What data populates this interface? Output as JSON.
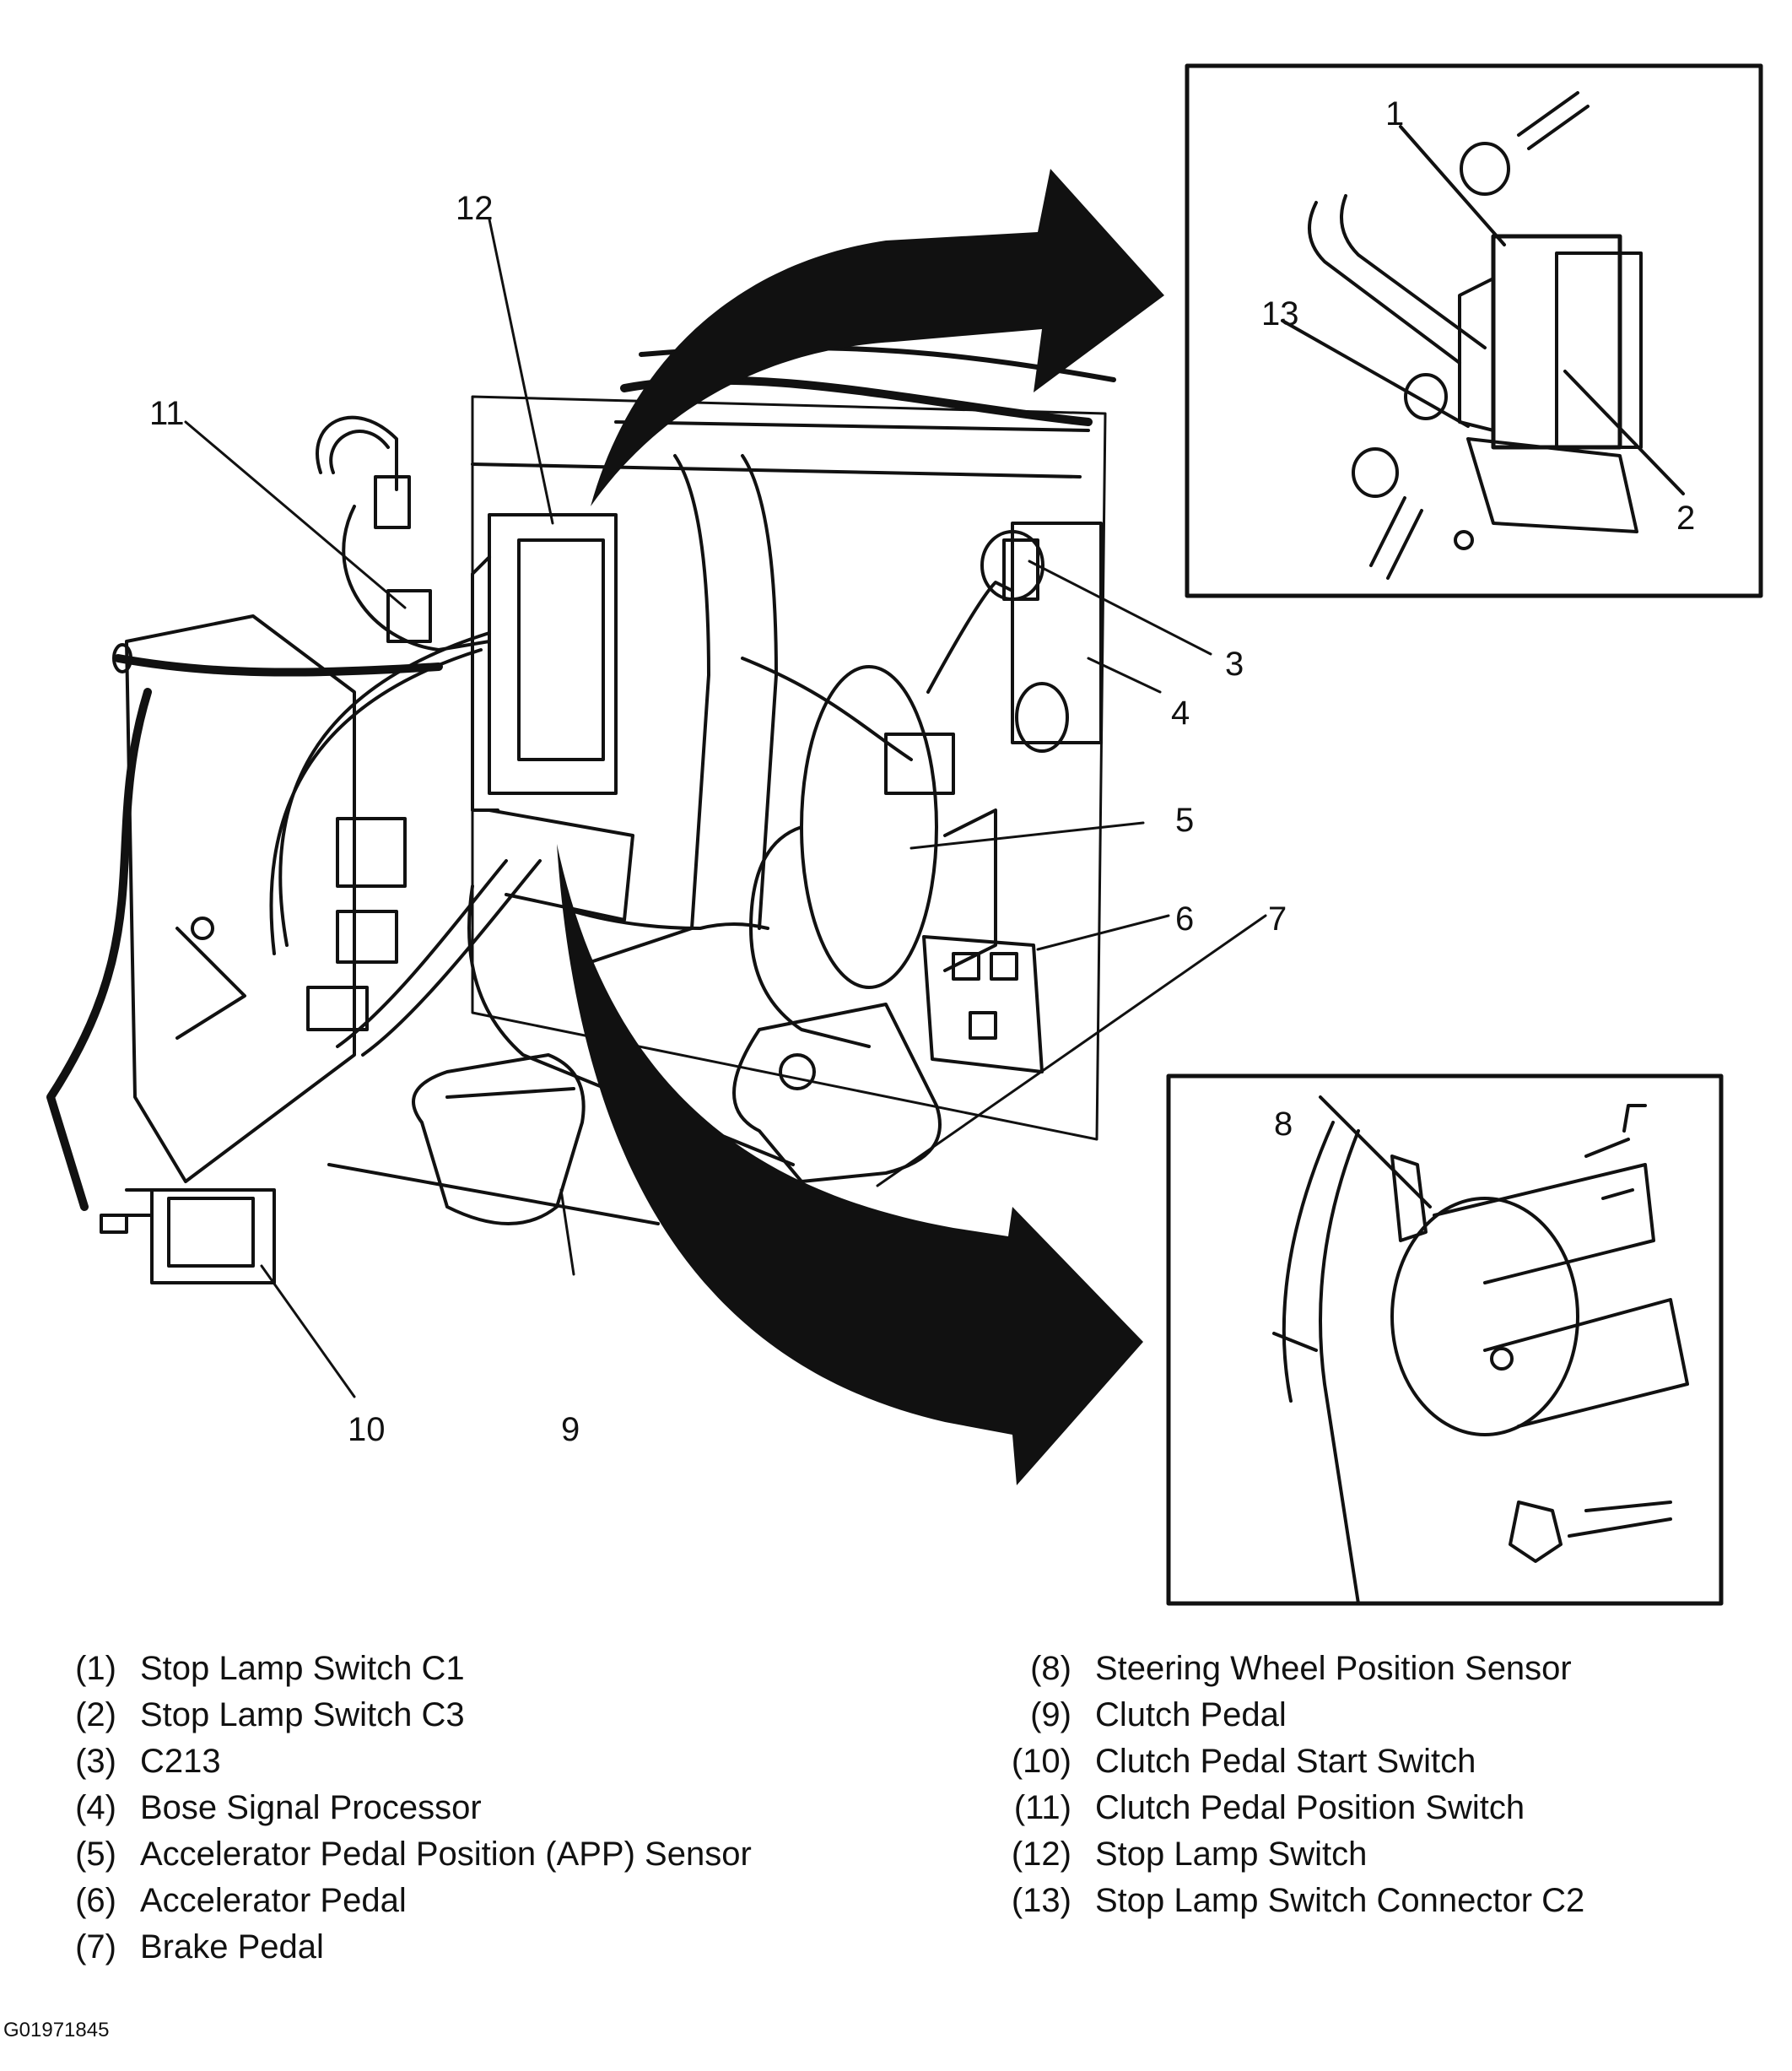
{
  "callouts": [
    "1",
    "2",
    "3",
    "4",
    "5",
    "6",
    "7",
    "8",
    "9",
    "10",
    "11",
    "12",
    "13"
  ],
  "legend": {
    "left": [
      {
        "code": "(1)",
        "label": "Stop Lamp Switch C1"
      },
      {
        "code": "(2)",
        "label": "Stop Lamp Switch C3"
      },
      {
        "code": "(3)",
        "label": "C213"
      },
      {
        "code": "(4)",
        "label": "Bose Signal Processor"
      },
      {
        "code": "(5)",
        "label": "Accelerator Pedal Position (APP) Sensor"
      },
      {
        "code": "(6)",
        "label": "Accelerator Pedal"
      },
      {
        "code": "(7)",
        "label": "Brake Pedal"
      }
    ],
    "right": [
      {
        "code": "(8)",
        "label": "Steering Wheel Position Sensor"
      },
      {
        "code": "(9)",
        "label": "Clutch Pedal"
      },
      {
        "code": "(10)",
        "label": "Clutch Pedal Start Switch"
      },
      {
        "code": "(11)",
        "label": "Clutch Pedal Position Switch"
      },
      {
        "code": "(12)",
        "label": "Stop Lamp Switch"
      },
      {
        "code": "(13)",
        "label": "Stop Lamp Switch Connector C2"
      }
    ]
  },
  "figure_id": "G01971845"
}
